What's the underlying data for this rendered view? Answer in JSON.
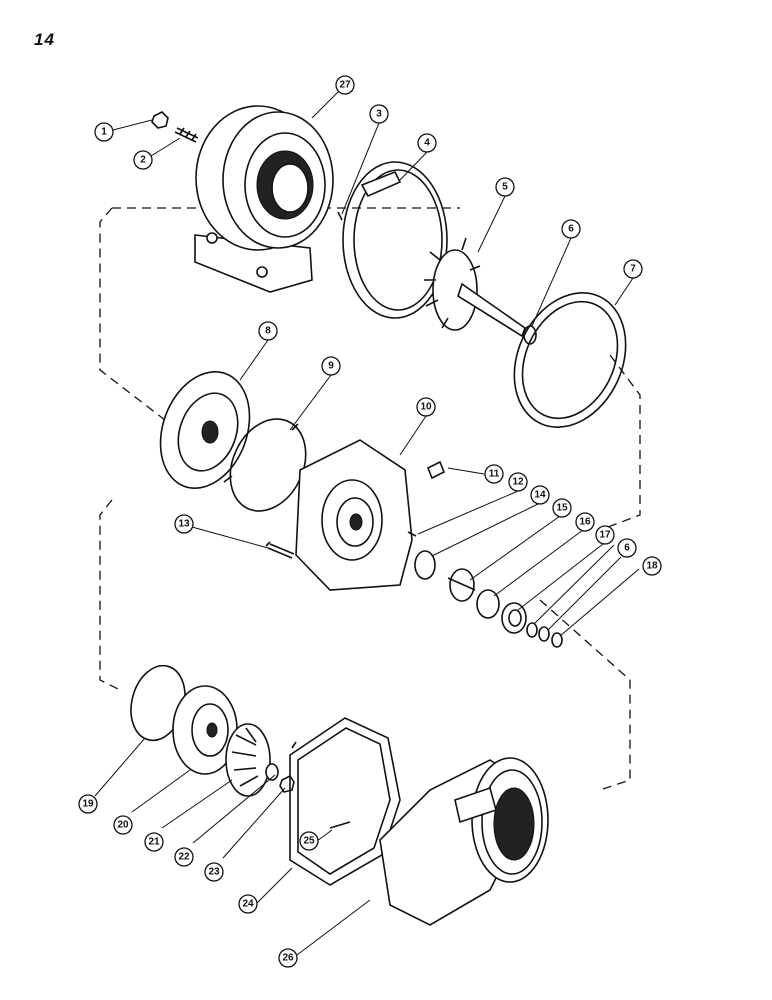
{
  "page_number": "14",
  "callouts": [
    "1",
    "2",
    "3",
    "4",
    "5",
    "6",
    "7",
    "8",
    "9",
    "10",
    "11",
    "12",
    "13",
    "14",
    "15",
    "16",
    "17",
    "6",
    "18",
    "19",
    "20",
    "21",
    "22",
    "23",
    "24",
    "25",
    "26",
    "27"
  ],
  "parts": [
    {
      "id": "27",
      "icon": "turbine-housing"
    },
    {
      "id": "4",
      "icon": "v-band-clamp"
    },
    {
      "id": "5",
      "icon": "turbine-wheel-shaft"
    },
    {
      "id": "7",
      "icon": "gasket-ring"
    },
    {
      "id": "8",
      "icon": "heat-shield"
    },
    {
      "id": "9",
      "icon": "retaining-ring"
    },
    {
      "id": "10",
      "icon": "center-housing"
    },
    {
      "id": "20",
      "icon": "compressor-backplate"
    },
    {
      "id": "21",
      "icon": "compressor-wheel"
    },
    {
      "id": "24",
      "icon": "gasket"
    },
    {
      "id": "26",
      "icon": "compressor-housing"
    }
  ]
}
